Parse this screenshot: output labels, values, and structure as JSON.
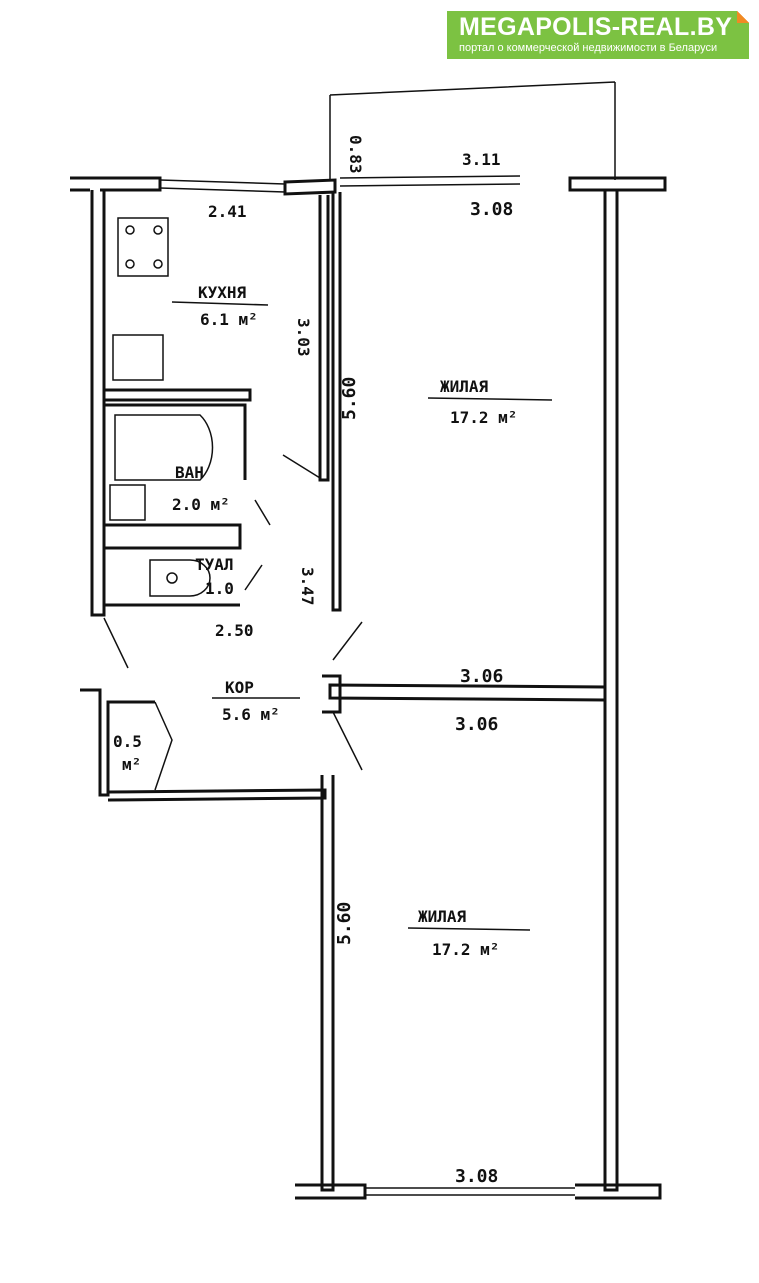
{
  "logo": {
    "title": "MEGAPOLIS-REAL.BY",
    "subtitle": "портал о коммерческой недвижимости в Беларуси",
    "color": "#7cc242",
    "accent": "#f08a24"
  },
  "plan": {
    "balcony_depth": "0.83",
    "balcony_width": "3.11",
    "room1_top_width": "3.08",
    "kitchen_width": "2.41",
    "kitchen": {
      "name": "КУХНЯ",
      "area": "6.1 м²"
    },
    "kitchen_length": "3.03",
    "room1_length": "5.60",
    "room1": {
      "name": "ЖИЛАЯ",
      "area": "17.2 м²"
    },
    "bath": {
      "name": "ВАН",
      "area": "2.0 м²"
    },
    "toilet": {
      "name": "ТУАЛ",
      "area": "1.0"
    },
    "corridor_length": "3.47",
    "wc_width": "2.50",
    "corridor": {
      "name": "КОР",
      "area": "5.6 м²"
    },
    "closet": {
      "area": "0.5",
      "unit": "м²"
    },
    "room1_bottom_width": "3.06",
    "room2_top_width": "3.06",
    "room2": {
      "name": "ЖИЛАЯ",
      "area": "17.2 м²"
    },
    "room2_length": "5.60",
    "room2_bottom_width": "3.08"
  }
}
